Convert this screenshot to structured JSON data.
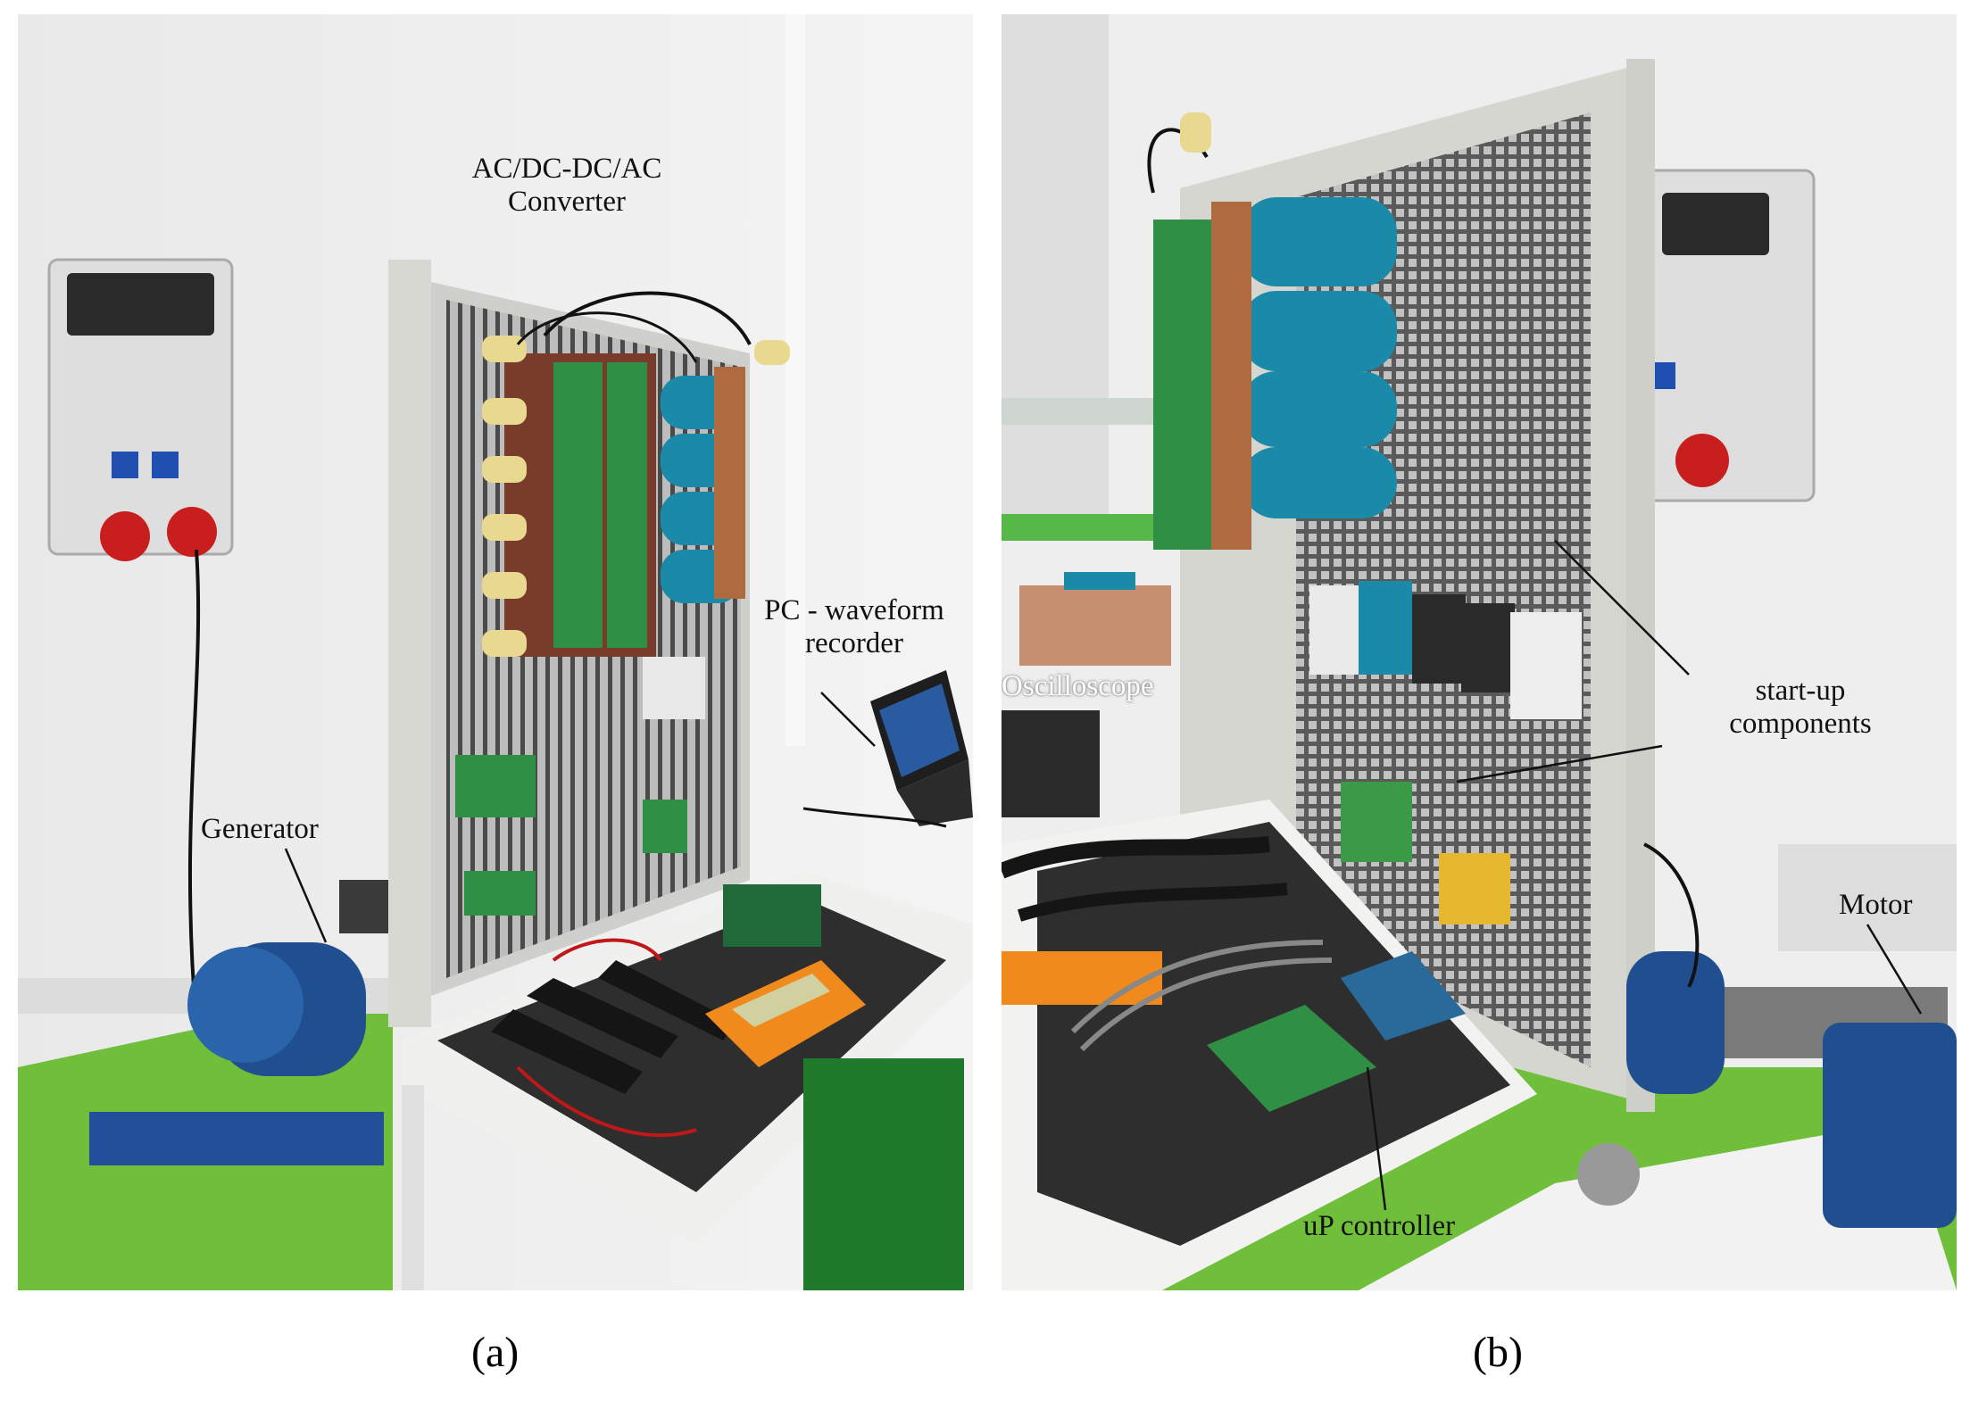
{
  "panels": [
    {
      "caption": "(a)",
      "labels": {
        "converter": [
          "AC/DC-DC/AC",
          "Converter"
        ],
        "pc": [
          "PC - waveform",
          "recorder"
        ],
        "generator": "Generator"
      }
    },
    {
      "caption": "(b)",
      "labels": {
        "oscilloscope": "Oscilloscope",
        "startup": [
          "start-up",
          "components"
        ],
        "motor": "Motor",
        "controller": "uP controller"
      }
    }
  ],
  "colors": {
    "wall": "#ececec",
    "rack_frame": "#d8d8d2",
    "grid": "#9a9a9a",
    "capacitor": "#1a8aa8",
    "pcb": "#2f8f45",
    "motor": "#1f4f8f",
    "floor": "#6fbf3a",
    "mat": "#2e2e2e",
    "multimeter": "#f08a1c"
  }
}
